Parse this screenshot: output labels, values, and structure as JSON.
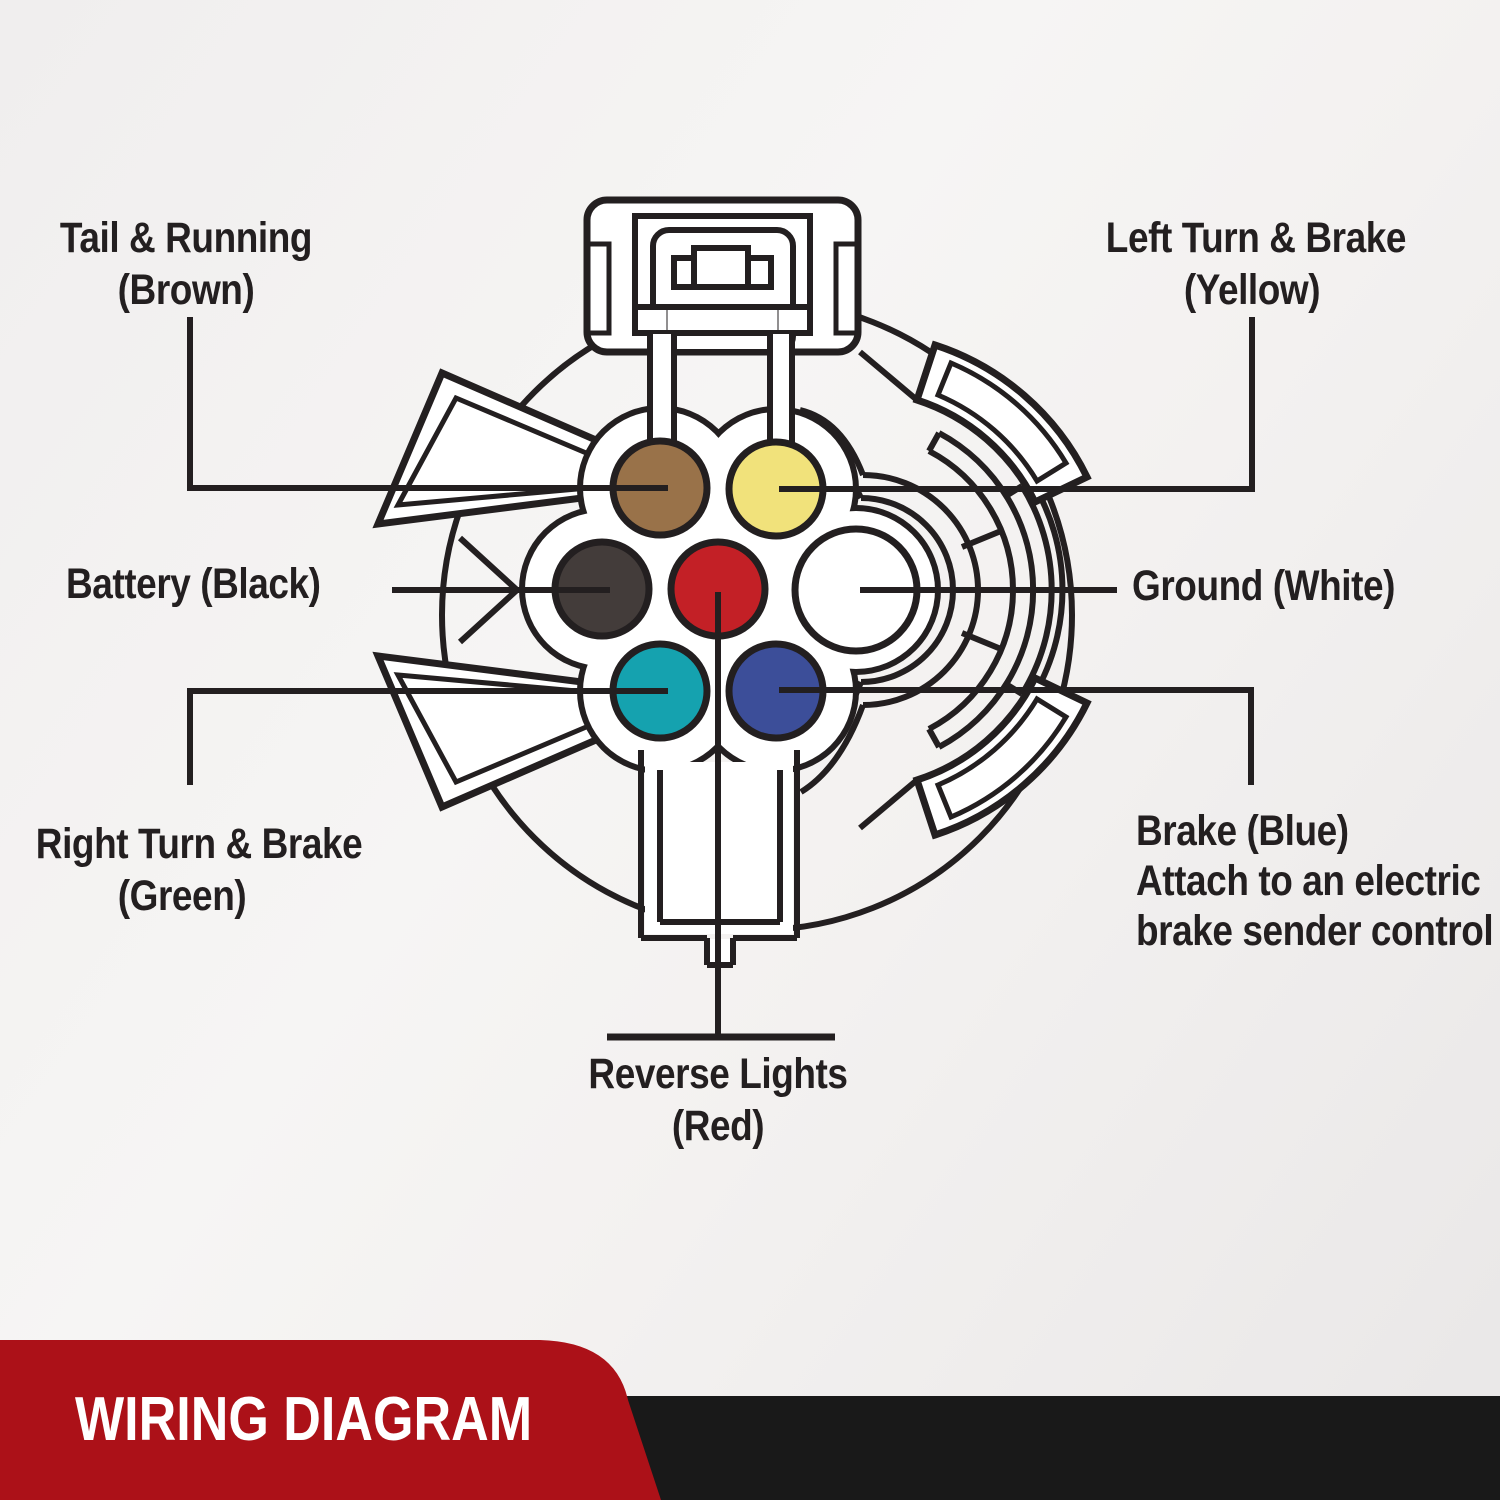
{
  "banner": {
    "title": "WIRING DIAGRAM",
    "bg_color": "#ac1118",
    "band_color": "#191919",
    "text_color": "#ffffff"
  },
  "diagram": {
    "type": "7-way trailer connector wiring diagram",
    "stroke_color": "#231f20",
    "background_color": "#f1efef"
  },
  "pins": {
    "tail": {
      "line1": "Tail & Running",
      "line2": "(Brown)",
      "color": "#997249"
    },
    "left_turn": {
      "line1": "Left Turn & Brake",
      "line2": "(Yellow)",
      "color": "#f1e27b"
    },
    "battery": {
      "line1": "Battery (Black)",
      "color": "#433c3a"
    },
    "ground": {
      "line1": "Ground (White)",
      "color": "#ffffff"
    },
    "right_turn": {
      "line1": "Right Turn & Brake",
      "line2": "(Green)",
      "color": "#15a2af"
    },
    "brake": {
      "line1": "Brake (Blue)",
      "line2": "Attach to an electric",
      "line3": "brake sender control",
      "color": "#3c4e99"
    },
    "reverse": {
      "line1": "Reverse Lights",
      "line2": "(Red)",
      "color": "#c32026"
    }
  }
}
